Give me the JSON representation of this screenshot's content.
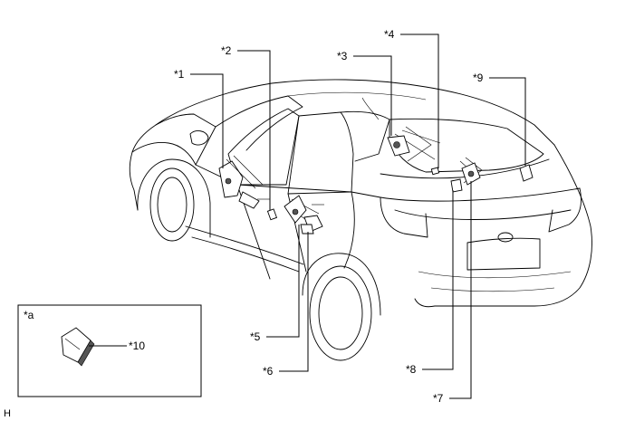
{
  "callouts": {
    "c1": "*1",
    "c2": "*2",
    "c3": "*3",
    "c4": "*4",
    "c5": "*5",
    "c6": "*6",
    "c7": "*7",
    "c8": "*8",
    "c9": "*9",
    "c10": "*10"
  },
  "inset": {
    "label": "*a"
  },
  "corner_mark": "H"
}
